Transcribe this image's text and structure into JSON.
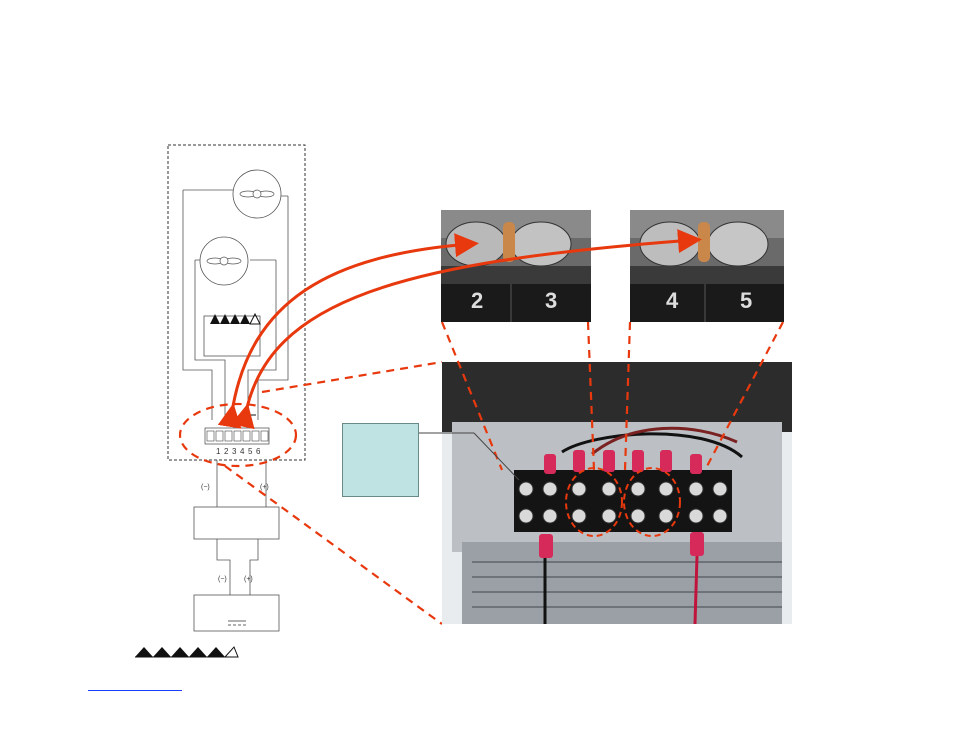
{
  "diagram": {
    "terminal_numbers": [
      "1",
      "2",
      "3",
      "4",
      "5",
      "6"
    ],
    "polarity_upper": {
      "neg": "(−)",
      "pos": "(+)"
    },
    "polarity_lower": {
      "neg": "(−)",
      "pos": "(+)"
    },
    "closeup_left_labels": [
      "2",
      "3"
    ],
    "closeup_right_labels": [
      "4",
      "5"
    ],
    "colors": {
      "arrow": "#e8380d",
      "dashed_callout": "#e8380d",
      "label_box_fill": "#bfe3e3",
      "link_underline": "#1a3cff"
    }
  }
}
